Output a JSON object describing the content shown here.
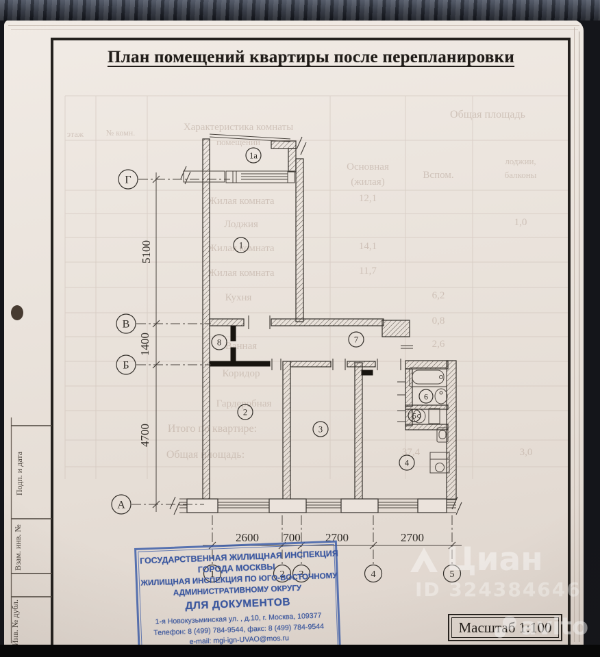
{
  "document": {
    "title": "План помещений квартиры после перепланировки",
    "scale_label": "Масштаб 1:100"
  },
  "plan": {
    "axis_letters": [
      "Г",
      "В",
      "Б",
      "А"
    ],
    "axis_numbers": [
      "1",
      "2",
      "3",
      "4",
      "5"
    ],
    "vertical_dims": [
      "5100",
      "1400",
      "4700"
    ],
    "horizontal_dims": [
      "2600",
      "700",
      "2700",
      "2700"
    ],
    "room_labels": [
      "1а",
      "1",
      "8",
      "7",
      "2",
      "3",
      "6",
      "5",
      "4"
    ]
  },
  "ghost_table": {
    "header_total": "Общая площадь",
    "header_characteristic": "Характеристика комнаты",
    "header_characteristic2": "помещений",
    "header_floor": "этаж",
    "header_room_no": "№ комн.",
    "header_main": "Основная",
    "header_main2": "(жилая)",
    "header_aux": "Вспом.",
    "header_balcony": "лоджии,",
    "header_balcony2": "балконы",
    "rows": [
      {
        "name": "Жилая комната",
        "main": "12,1"
      },
      {
        "name": "Лоджия",
        "balcony": "1,0"
      },
      {
        "name": "Жилая комната",
        "main": "14,1"
      },
      {
        "name": "Жилая комната",
        "main": "11,7"
      },
      {
        "name": "Кухня",
        "aux": "6,2"
      },
      {
        "name": "",
        "aux": "0,8"
      },
      {
        "name": "Ванная",
        "aux": "2,6"
      },
      {
        "name": "Коридор"
      },
      {
        "name": "Гардеробная"
      },
      {
        "name": "Итого по квартире:"
      },
      {
        "name": "Общая площадь:",
        "main": "37,4",
        "balcony": "3,0"
      }
    ]
  },
  "stamp": {
    "line1": "ГОСУДАРСТВЕННАЯ ЖИЛИЩНАЯ ИНСПЕКЦИЯ",
    "line2": "ГОРОДА МОСКВЫ",
    "line3": "ЖИЛИЩНАЯ ИНСПЕКЦИЯ ПО ЮГО-ВОСТОЧНОМУ",
    "line4": "АДМИНИСТРАТИВНОМУ ОКРУГУ",
    "line5": "ДЛЯ ДОКУМЕНТОВ",
    "line6": "1-я Новокузьминская ул. , д.10, г. Москва, 109377",
    "line7": "Телефон: 8 (499) 784-9544, факс: 8 (499) 784-9544",
    "line8": "e-mail: mgi-ign-UVAO@mos.ru"
  },
  "margin": {
    "label1": "Подп. и дата",
    "label2": "Взам. инв. №",
    "label3": "Инв. № дубл."
  },
  "watermarks": {
    "brand": "Циан",
    "listing_id": "ID 324384646",
    "brand2": "avito"
  }
}
